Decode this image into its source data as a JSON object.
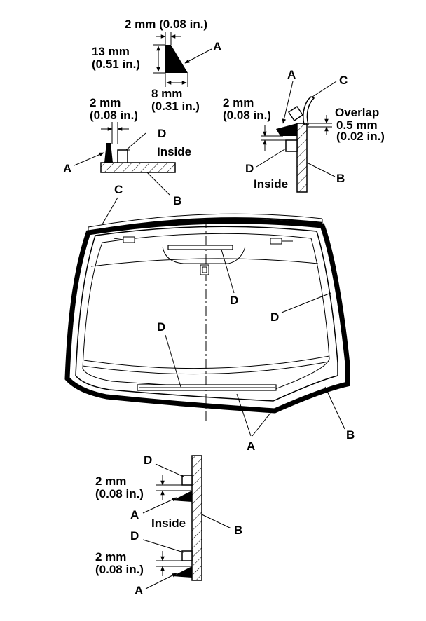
{
  "labels": {
    "a": "A",
    "b": "B",
    "c": "C",
    "d": "D",
    "inside": "Inside",
    "overlap": "Overlap"
  },
  "dims": {
    "two_mm": "2 mm",
    "two_mm_in": "(0.08 in.)",
    "two_mm_combined": "2 mm (0.08 in.)",
    "thirteen_mm": "13 mm",
    "thirteen_mm_in": "(0.51 in.)",
    "eight_mm": "8 mm",
    "eight_mm_in": "(0.31 in.)",
    "half_mm": "0.5 mm",
    "half_mm_in": "(0.02 in.)"
  },
  "colors": {
    "ink": "#000000",
    "paper": "#ffffff"
  }
}
